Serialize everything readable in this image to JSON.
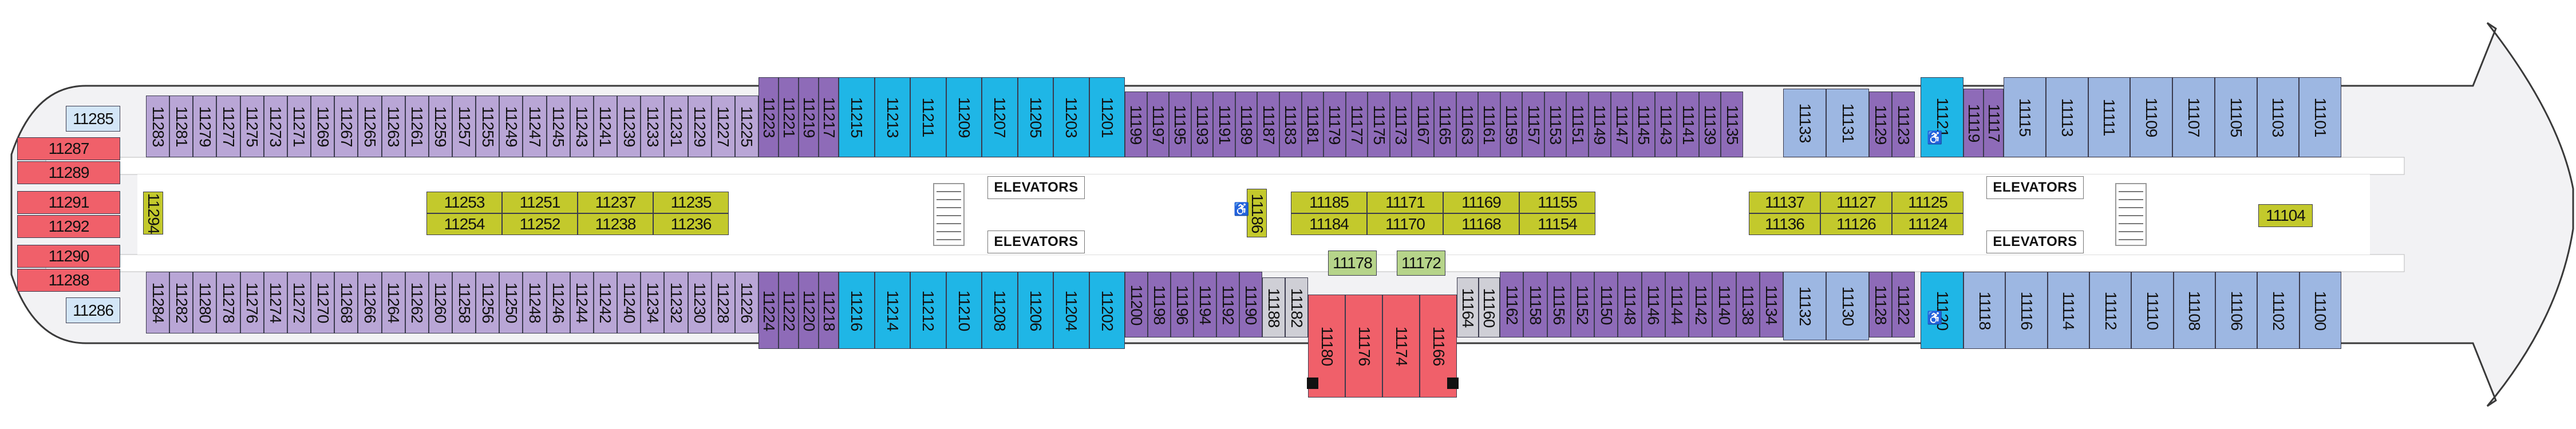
{
  "deck": {
    "elevators": [
      "ELEVATORS",
      "ELEVATORS",
      "ELEVATORS",
      "ELEVATORS"
    ],
    "colors": {
      "lilac": "#b9a6d6",
      "purple": "#8e6bb8",
      "cyan": "#1fb6e6",
      "blue": "#9db7e2",
      "red": "#f0606a",
      "olive": "#c3c92c",
      "lightgreen": "#b6d48a",
      "grey": "#cfcfd6"
    }
  },
  "cabins": {
    "aft": {
      "top": [
        "11285"
      ],
      "red": [
        "11287",
        "11289",
        "11291",
        "11292",
        "11290",
        "11288"
      ],
      "bottom": [
        "11286"
      ],
      "center": [
        "11294"
      ]
    },
    "top_lilac": [
      "11283",
      "11281",
      "11279",
      "11277",
      "11275",
      "11273",
      "11271",
      "11269",
      "11267",
      "11265",
      "11263",
      "11261",
      "11259",
      "11257",
      "11255",
      "11249",
      "11247",
      "11245",
      "11243",
      "11241",
      "11239",
      "11233",
      "11231",
      "11229",
      "11227",
      "11225"
    ],
    "top_purple_a": [
      "11223",
      "11221",
      "11219",
      "11217"
    ],
    "top_cyan": [
      "11215",
      "11213",
      "11211",
      "11209",
      "11207",
      "11205",
      "11203",
      "11201"
    ],
    "top_purple_b": [
      "11199",
      "11197",
      "11195",
      "11193",
      "11191",
      "11189",
      "11187",
      "11183",
      "11181",
      "11179",
      "11177",
      "11175",
      "11173",
      "11167",
      "11165",
      "11163",
      "11161",
      "11159",
      "11157",
      "11153",
      "11151",
      "11149",
      "11147",
      "11145",
      "11143",
      "11141",
      "11139",
      "11135"
    ],
    "top_blue_a": [
      "11133",
      "11131"
    ],
    "top_purple_c": [
      "11129",
      "11123"
    ],
    "top_cyan_b": [
      "11121"
    ],
    "top_purple_d": [
      "11119",
      "11117"
    ],
    "top_blue_b": [
      "11115",
      "11113",
      "11111",
      "11109",
      "11107",
      "11105",
      "11103",
      "11101"
    ],
    "bottom_lilac": [
      "11284",
      "11282",
      "11280",
      "11278",
      "11276",
      "11274",
      "11272",
      "11270",
      "11268",
      "11266",
      "11264",
      "11262",
      "11260",
      "11258",
      "11256",
      "11250",
      "11248",
      "11246",
      "11244",
      "11242",
      "11240",
      "11234",
      "11232",
      "11230",
      "11228",
      "11226"
    ],
    "bottom_purple_a": [
      "11224",
      "11222",
      "11220",
      "11218"
    ],
    "bottom_cyan": [
      "11216",
      "11214",
      "11212",
      "11210",
      "11208",
      "11206",
      "11204",
      "11202"
    ],
    "bottom_purple_b": [
      "11200",
      "11198",
      "11196",
      "11194",
      "11192",
      "11190"
    ],
    "bottom_grey_a": [
      "11188",
      "11182"
    ],
    "bottom_red": [
      "11180",
      "11176",
      "11174",
      "11166"
    ],
    "bottom_green": [
      "11178",
      "11172"
    ],
    "bottom_grey_b": [
      "11164",
      "11160"
    ],
    "bottom_purple_c": [
      "11162",
      "11158",
      "11156",
      "11152",
      "11150",
      "11148",
      "11146",
      "11144",
      "11142",
      "11140",
      "11138",
      "11134"
    ],
    "bottom_blue_a": [
      "11132",
      "11130"
    ],
    "bottom_purple_d": [
      "11128",
      "11122"
    ],
    "bottom_cyan_b": [
      "11120"
    ],
    "bottom_blue_b": [
      "11118",
      "11116",
      "11114",
      "11112",
      "11110",
      "11108",
      "11106",
      "11102",
      "11100"
    ],
    "center_aft": [
      [
        "11253",
        "11254"
      ],
      [
        "11251",
        "11252"
      ],
      [
        "11237",
        "11238"
      ],
      [
        "11235",
        "11236"
      ]
    ],
    "center_mid_single": [
      "11186"
    ],
    "center_mid": [
      [
        "11185",
        "11184"
      ],
      [
        "11171",
        "11170"
      ],
      [
        "11169",
        "11168"
      ],
      [
        "11155",
        "11154"
      ]
    ],
    "center_fwd": [
      [
        "11137",
        "11136"
      ],
      [
        "11127",
        "11126"
      ],
      [
        "11125",
        "11124"
      ]
    ],
    "center_bow": [
      "11104"
    ]
  }
}
